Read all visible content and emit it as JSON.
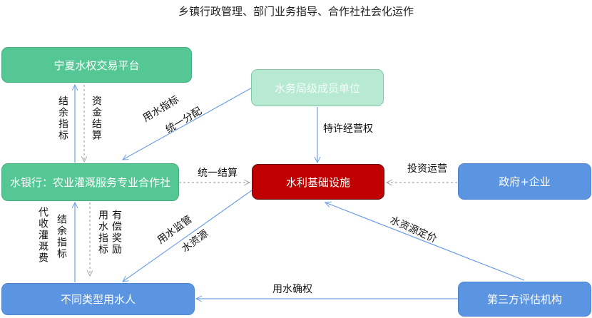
{
  "title": "乡镇行政管理、部门业务指导、合作社社会化运作",
  "nodes": {
    "ningxia_platform": "宁夏水权交易平台",
    "water_bureau": "水务局级成员单位",
    "water_bank": "水银行：农业灌溉服务专业合作社",
    "infrastructure": "水利基础设施",
    "gov_enterprise": "政府+企业",
    "water_users": "不同类型用水人",
    "third_party": "第三方评估机构"
  },
  "edge_labels": {
    "surplus_quota_up_top": "结余指标",
    "fund_settlement": "资金结算",
    "quota_line1": "用水指标",
    "quota_line2": "统一分配",
    "franchise": "特许经营权",
    "unified_settlement": "统一结算",
    "investment": "投资运营",
    "supervision_line1": "用水监管",
    "supervision_line2": "水资源",
    "collect_fee": "代收灌溉费",
    "surplus_quota_up_bottom": "结余指标",
    "paid_reward": "有偿奖励",
    "water_quota": "用水指标",
    "pricing": "水资源定价",
    "rights_confirmation": "用水确权"
  },
  "colors": {
    "green": "#54C794",
    "light_green": "#B8E9D2",
    "red": "#C00000",
    "blue": "#5B95E2",
    "solid_arrow": "#6FA0E6",
    "dashed_arrow": "#A9A9A9"
  }
}
